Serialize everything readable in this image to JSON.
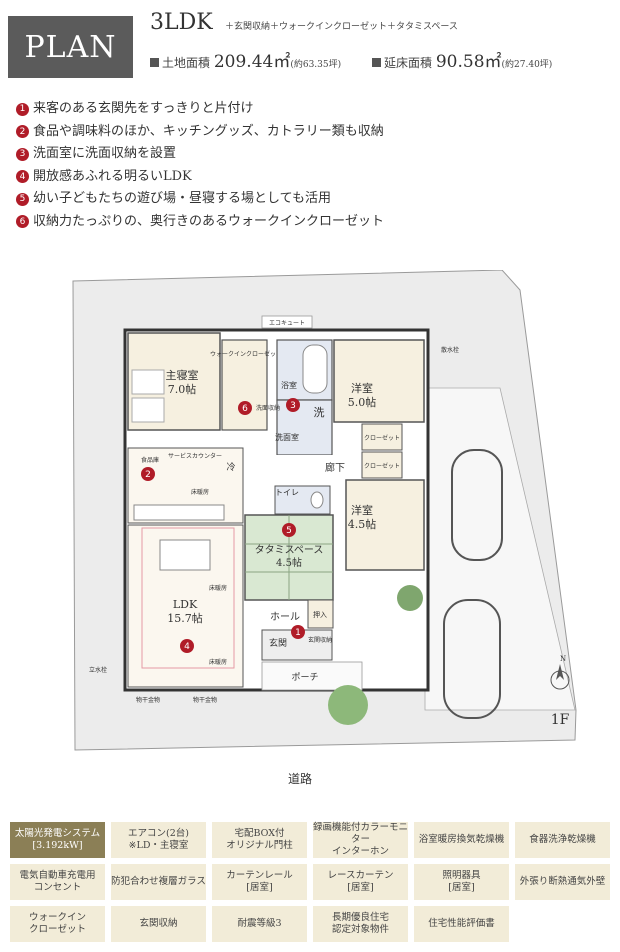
{
  "header": {
    "badge": "PLAN",
    "layout": "3LDK",
    "extras": "＋玄関収納＋ウォークインクローゼット＋タタミスペース",
    "land_area": {
      "label": "土地面積",
      "value": "209.44㎡",
      "tsubo": "(約63.35坪)"
    },
    "floor_area": {
      "label": "延床面積",
      "value": "90.58㎡",
      "tsubo": "(約27.40坪)"
    }
  },
  "features": [
    {
      "num": "1",
      "text": "来客のある玄関先をすっきりと片付け"
    },
    {
      "num": "2",
      "text": "食品や調味料のほか、キッチングッズ、カトラリー類も収納"
    },
    {
      "num": "3",
      "text": "洗面室に洗面収納を設置"
    },
    {
      "num": "4",
      "text": "開放感あふれる明るいLDK"
    },
    {
      "num": "5",
      "text": "幼い子どもたちの遊び場・昼寝する場としても活用"
    },
    {
      "num": "6",
      "text": "収納力たっぷりの、奥行きのあるウォークインクローゼット"
    }
  ],
  "floorplan": {
    "rooms": {
      "master": {
        "name": "主寝室",
        "size": "7.0帖"
      },
      "western1": {
        "name": "洋室",
        "size": "5.0帖"
      },
      "western2": {
        "name": "洋室",
        "size": "4.5帖"
      },
      "tatami": {
        "name": "タタミスペース",
        "size": "4.5帖"
      },
      "ldk": {
        "name": "LDK",
        "size": "15.7帖"
      }
    },
    "labels": {
      "wic": "ウォークインクローゼット",
      "closet": "クローゼット",
      "bath": "浴室",
      "wash": "洗",
      "washroom": "洗面室",
      "washstorage": "洗面収納",
      "pantry": "食品庫",
      "service_counter": "サービスカウンター",
      "fridge": "冷",
      "corridor": "廊下",
      "toilet": "トイレ",
      "hall": "ホール",
      "push": "押入",
      "entrance": "玄関",
      "entrance_storage": "玄関収納",
      "porch": "ポーチ",
      "ecocute": "エコキュート",
      "faucet": "散水栓",
      "floor_heating": "床暖房",
      "laundry_space": "物干金物",
      "stand_faucet": "立水栓",
      "floor": "1F",
      "road": "道路",
      "north": "N"
    }
  },
  "equipment": [
    {
      "label": "太陽光発電システム\n[3.192kW]",
      "highlight": true
    },
    {
      "label": "エアコン(2台)\n※LD・主寝室",
      "highlight": false
    },
    {
      "label": "宅配BOX付\nオリジナル門柱",
      "highlight": false
    },
    {
      "label": "録画機能付カラーモニター\nインターホン",
      "highlight": false
    },
    {
      "label": "浴室暖房換気乾燥機",
      "highlight": false
    },
    {
      "label": "食器洗浄乾燥機",
      "highlight": false
    },
    {
      "label": "電気自動車充電用\nコンセント",
      "highlight": false
    },
    {
      "label": "防犯合わせ複層ガラス",
      "highlight": false
    },
    {
      "label": "カーテンレール\n[居室]",
      "highlight": false
    },
    {
      "label": "レースカーテン\n[居室]",
      "highlight": false
    },
    {
      "label": "照明器具\n[居室]",
      "highlight": false
    },
    {
      "label": "外張り断熱通気外壁",
      "highlight": false
    },
    {
      "label": "ウォークイン\nクローゼット",
      "highlight": false
    },
    {
      "label": "玄関収納",
      "highlight": false
    },
    {
      "label": "耐震等級3",
      "highlight": false
    },
    {
      "label": "長期優良住宅\n認定対象物件",
      "highlight": false
    },
    {
      "label": "住宅性能評価書",
      "highlight": false
    }
  ]
}
